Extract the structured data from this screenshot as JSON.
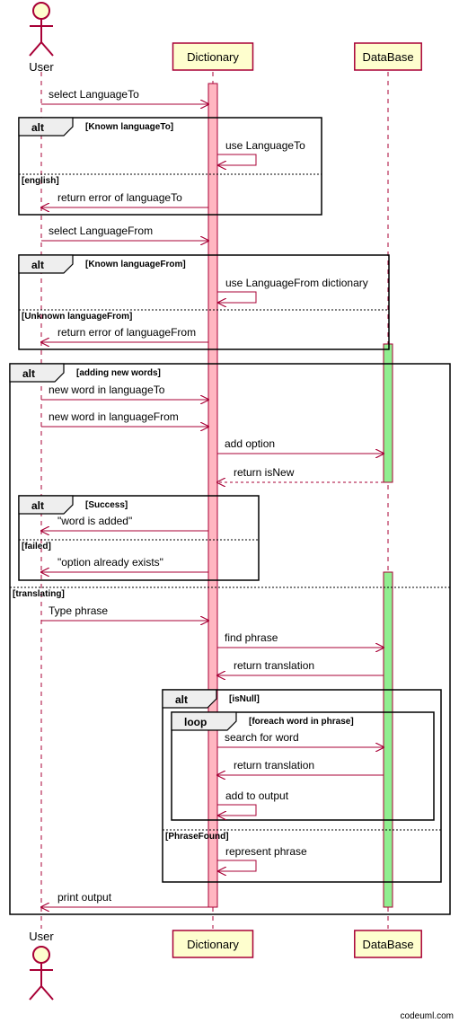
{
  "diagram": {
    "type": "sequence",
    "participants": [
      {
        "id": "user",
        "label": "User",
        "kind": "actor"
      },
      {
        "id": "dict",
        "label": "Dictionary",
        "kind": "box"
      },
      {
        "id": "db",
        "label": "DataBase",
        "kind": "box"
      }
    ],
    "messages": [
      {
        "from": "user",
        "to": "dict",
        "text": "select LanguageTo",
        "style": "solid"
      },
      {
        "from": "dict",
        "to": "dict",
        "text": "use LanguageTo",
        "style": "solid"
      },
      {
        "from": "dict",
        "to": "user",
        "text": "return error of languageTo",
        "style": "solid"
      },
      {
        "from": "user",
        "to": "dict",
        "text": "select LanguageFrom",
        "style": "solid"
      },
      {
        "from": "dict",
        "to": "dict",
        "text": "use LanguageFrom dictionary",
        "style": "solid"
      },
      {
        "from": "dict",
        "to": "user",
        "text": "return error of languageFrom",
        "style": "solid"
      },
      {
        "from": "user",
        "to": "dict",
        "text": "new word in languageTo",
        "style": "solid"
      },
      {
        "from": "user",
        "to": "dict",
        "text": "new word in languageFrom",
        "style": "solid"
      },
      {
        "from": "dict",
        "to": "db",
        "text": "add option",
        "style": "solid"
      },
      {
        "from": "db",
        "to": "dict",
        "text": "return isNew",
        "style": "dashed"
      },
      {
        "from": "dict",
        "to": "user",
        "text": "\"word is added\"",
        "style": "solid"
      },
      {
        "from": "dict",
        "to": "user",
        "text": "\"option already exists\"",
        "style": "solid"
      },
      {
        "from": "user",
        "to": "dict",
        "text": "Type phrase",
        "style": "solid"
      },
      {
        "from": "dict",
        "to": "db",
        "text": "find phrase",
        "style": "solid"
      },
      {
        "from": "db",
        "to": "dict",
        "text": "return translation",
        "style": "solid"
      },
      {
        "from": "dict",
        "to": "db",
        "text": "search for word",
        "style": "solid"
      },
      {
        "from": "db",
        "to": "dict",
        "text": "return translation",
        "style": "solid"
      },
      {
        "from": "dict",
        "to": "dict",
        "text": "add to output",
        "style": "solid"
      },
      {
        "from": "dict",
        "to": "dict",
        "text": "represent phrase",
        "style": "solid"
      },
      {
        "from": "dict",
        "to": "user",
        "text": "print output",
        "style": "solid"
      }
    ],
    "fragments": [
      {
        "keyword": "alt",
        "guard": "[Known languageTo]",
        "else_guards": [
          "[english]"
        ]
      },
      {
        "keyword": "alt",
        "guard": "[Known languageFrom]",
        "else_guards": [
          "[Unknown languageFrom]"
        ]
      },
      {
        "keyword": "alt",
        "guard": "[adding new words]",
        "else_guards": [
          "[translating]"
        ]
      },
      {
        "keyword": "alt",
        "guard": "[Success]",
        "else_guards": [
          "[failed]"
        ]
      },
      {
        "keyword": "alt",
        "guard": "[isNull]",
        "else_guards": [
          "[PhraseFound]"
        ]
      },
      {
        "keyword": "loop",
        "guard": "[foreach word in phrase]",
        "else_guards": []
      }
    ],
    "colors": {
      "arrow": "#a80036",
      "participant_fill": "#fefece",
      "participant_border": "#a80036",
      "activation_dictionary": "#ffb6c1",
      "activation_database": "#90ee90",
      "fragment_header_fill": "#eeeeee"
    }
  },
  "footer": {
    "text": "codeuml.com"
  }
}
